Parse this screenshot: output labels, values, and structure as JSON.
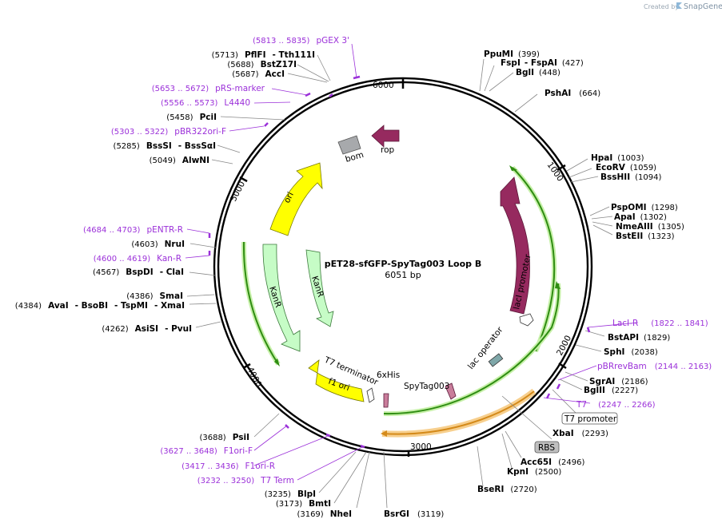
{
  "watermark": {
    "created_by": "Created by",
    "app": "SnapGene"
  },
  "plasmid": {
    "name": "pET28-sfGFP-SpyTag003 Loop B",
    "length": "6051 bp"
  },
  "ticks": {
    "t1000": "1000",
    "t2000": "2000",
    "t3000": "3000",
    "t4000": "4000",
    "t5000": "5000",
    "t6000": "6000"
  },
  "features": {
    "bom": "bom",
    "rop": "rop",
    "ori": "ori",
    "kanr1": "KanR",
    "kanr2": "KanR",
    "laci": "lacI",
    "laci_promoter": "lacI promoter",
    "lac_operator": "lac operator",
    "t7_terminator": "T7 terminator",
    "f1_ori": "f1 ori",
    "his": "6xHis",
    "spytag": "SpyTag003",
    "rbs": "RBS",
    "t7_promoter": "T7 promoter"
  },
  "sites": {
    "ppumi": {
      "name": "PpuMI",
      "pos": "(399)"
    },
    "fspi": {
      "name": "FspI",
      "name2": "- FspAI",
      "pos": "(427)"
    },
    "bgli": {
      "name": "BglI",
      "pos": "(448)"
    },
    "pshai": {
      "name": "PshAI",
      "pos": "(664)"
    },
    "hpai": {
      "name": "HpaI",
      "pos": "(1003)"
    },
    "ecorv": {
      "name": "EcoRV",
      "pos": "(1059)"
    },
    "bsshii": {
      "name": "BssHII",
      "pos": "(1094)"
    },
    "pspomi": {
      "name": "PspOMI",
      "pos": "(1298)"
    },
    "apai": {
      "name": "ApaI",
      "pos": "(1302)"
    },
    "nmeaiii": {
      "name": "NmeAIII",
      "pos": "(1305)"
    },
    "bsteii": {
      "name": "BstEII",
      "pos": "(1323)"
    },
    "bstapi": {
      "name": "BstAPI",
      "pos": "(1829)"
    },
    "sphi": {
      "name": "SphI",
      "pos": "(2038)"
    },
    "sgrai": {
      "name": "SgrAI",
      "pos": "(2186)"
    },
    "bglii": {
      "name": "BglII",
      "pos": "(2227)"
    },
    "xbai": {
      "name": "XbaI",
      "pos": "(2293)"
    },
    "acc65i": {
      "name": "Acc65I",
      "pos": "(2496)"
    },
    "kpni": {
      "name": "KpnI",
      "pos": "(2500)"
    },
    "bseri": {
      "name": "BseRI",
      "pos": "(2720)"
    },
    "bsrgi": {
      "name": "BsrGI",
      "pos": "(3119)"
    },
    "nhei": {
      "name": "NheI",
      "pos": "(3169)"
    },
    "bmti": {
      "name": "BmtI",
      "pos": "(3173)"
    },
    "blpi": {
      "name": "BlpI",
      "pos": "(3235)"
    },
    "psii": {
      "name": "PsiI",
      "pos": "(3688)"
    },
    "asisi": {
      "name": "AsiSI",
      "name2": "- PvuI",
      "pos": "(4262)"
    },
    "avai": {
      "name": "AvaI",
      "name2": "- BsoBI",
      "name3": "- TspMI",
      "name4": "- XmaI",
      "pos": "(4384)"
    },
    "smai": {
      "name": "SmaI",
      "pos": "(4386)"
    },
    "bspdi": {
      "name": "BspDI",
      "name2": "- ClaI",
      "pos": "(4567)"
    },
    "nrui": {
      "name": "NruI",
      "pos": "(4603)"
    },
    "alwni": {
      "name": "AlwNI",
      "pos": "(5049)"
    },
    "bsssi": {
      "name": "BssSI",
      "name2": "- BssSαI",
      "pos": "(5285)"
    },
    "pcii": {
      "name": "PciI",
      "pos": "(5458)"
    },
    "acci": {
      "name": "AccI",
      "pos": "(5687)"
    },
    "bstz17i": {
      "name": "BstZ17I",
      "pos": "(5688)"
    },
    "pflfi": {
      "name": "PflFI",
      "name2": "- Tth111I",
      "pos": "(5713)"
    }
  },
  "primers": {
    "pgex3": {
      "name": "pGEX 3'",
      "range": "(5813 .. 5835)"
    },
    "prs": {
      "name": "pRS-marker",
      "range": "(5653 .. 5672)"
    },
    "l4440": {
      "name": "L4440",
      "range": "(5556 .. 5573)"
    },
    "pbr322": {
      "name": "pBR322ori-F",
      "range": "(5303 .. 5322)"
    },
    "pentr": {
      "name": "pENTR-R",
      "range": "(4684 .. 4703)"
    },
    "kanr": {
      "name": "Kan-R",
      "range": "(4600 .. 4619)"
    },
    "laci_r": {
      "name": "LacI-R",
      "range": "(1822 .. 1841)"
    },
    "pbrrev": {
      "name": "pBRrevBam",
      "range": "(2144 .. 2163)"
    },
    "t7": {
      "name": "T7",
      "range": "(2247 .. 2266)"
    },
    "f1ori_f": {
      "name": "F1ori-F",
      "range": "(3627 .. 3648)"
    },
    "f1ori_r": {
      "name": "F1ori-R",
      "range": "(3417 .. 3436)"
    },
    "t7term": {
      "name": "T7 Term",
      "range": "(3232 .. 3250)"
    }
  },
  "colors": {
    "backbone": "#000000",
    "ori": "#ffff00",
    "kanr": "#c6fcc6",
    "laci": "#962a5f",
    "rop": "#962a5f",
    "bom": "#a7a9ac",
    "primer": "#9b30d9",
    "orf_green": "#2f8d12",
    "orf_orange": "#e9a13a"
  }
}
